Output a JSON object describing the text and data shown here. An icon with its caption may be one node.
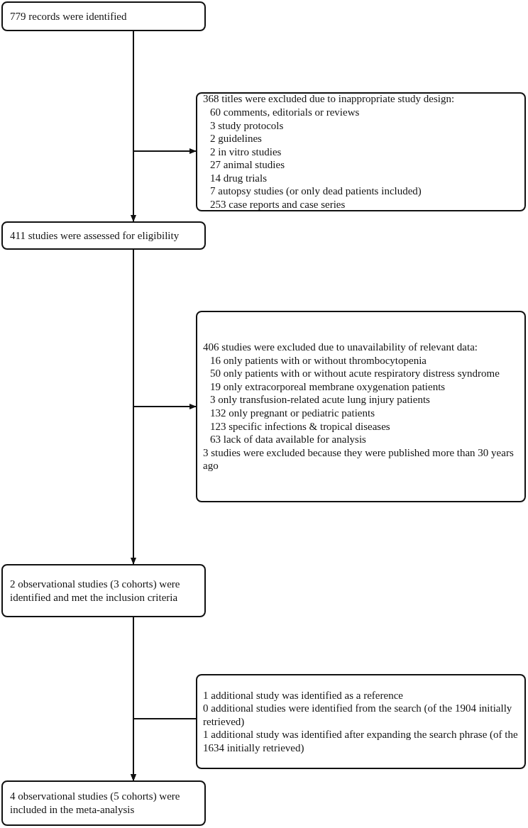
{
  "diagram": {
    "nodes": [
      {
        "text": [
          "779 records were identified"
        ]
      },
      {
        "text": [
          "368 titles were excluded due to inappropriate study design:",
          "60 comments, editorials or reviews",
          "3 study protocols",
          "2 guidelines",
          "2 in vitro studies",
          "27 animal studies",
          "14 drug trials",
          "7 autopsy studies (or only dead patients included)",
          "253 case reports and case series"
        ]
      },
      {
        "text": [
          "411 studies were assessed for eligibility"
        ]
      },
      {
        "text": [
          "406 studies were excluded due to unavailability of relevant data:",
          "16 only patients with or without thrombocytopenia",
          "50 only patients with or without acute respiratory distress syndrome",
          "19 only extracorporeal membrane oxygenation patients",
          "3 only transfusion-related acute lung injury patients",
          "132 only pregnant or pediatric patients",
          "123 specific infections & tropical diseases",
          "63 lack of data available for analysis",
          "3 studies were excluded because they were published more than 30 years ago"
        ]
      },
      {
        "text": [
          "2 observational studies (3 cohorts) were identified and met the inclusion criteria"
        ]
      },
      {
        "text": [
          "1 additional study was identified as a reference",
          "0 additional studies were identified from the search (of the 1904 initially retrieved)",
          "1 additional study was identified after expanding the search phrase (of the 1634 initially retrieved)"
        ]
      },
      {
        "text": [
          "4 observational studies (5 cohorts) were included in the meta-analysis"
        ]
      }
    ],
    "edges": [
      {
        "from": 0,
        "to": 1,
        "arrow": "to"
      },
      {
        "from": 0,
        "to": 2,
        "arrow": "to"
      },
      {
        "from": 2,
        "to": 3,
        "arrow": "to"
      },
      {
        "from": 2,
        "to": 4,
        "arrow": "to"
      },
      {
        "from": 4,
        "to": 6,
        "arrow": "to"
      },
      {
        "from": 5,
        "to": 6,
        "arrow": "to"
      }
    ]
  }
}
